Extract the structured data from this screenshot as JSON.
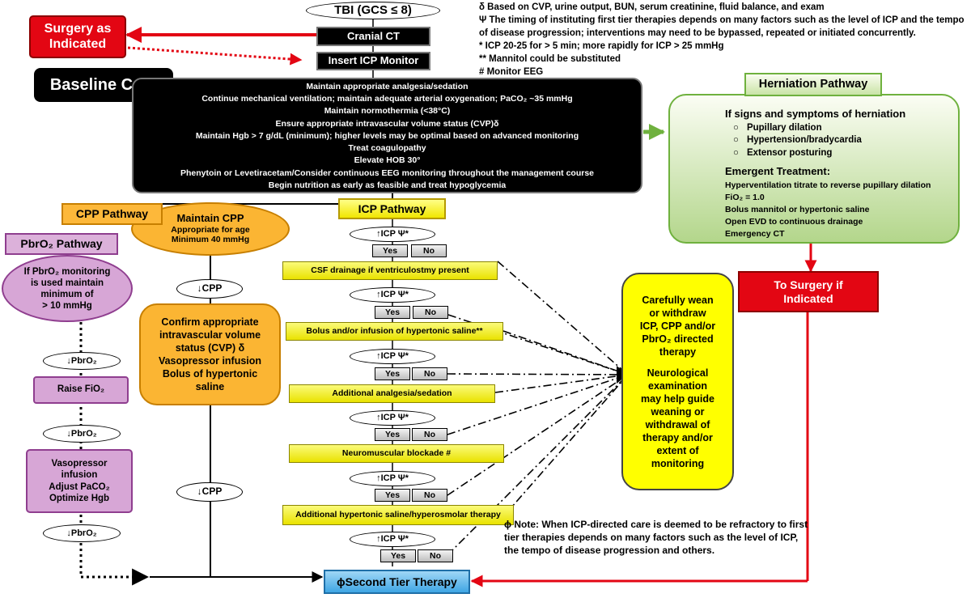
{
  "colors": {
    "red": "#e30613",
    "green": "#6fb13e",
    "yellow": "#f1e600",
    "purple": "#d7a6d6",
    "orange": "#fbb533",
    "blue": "#5eb6ea",
    "black": "#000000"
  },
  "top": {
    "tbi": "TBI (GCS ≤ 8)",
    "cranial_ct": "Cranial CT",
    "insert_icp_monitor": "Insert ICP Monitor",
    "surgery_as_indicated": [
      "Surgery as",
      "Indicated"
    ],
    "baseline_care_label": "Baseline Care"
  },
  "notes": [
    "δ Based on CVP, urine output, BUN, serum creatinine, fluid balance, and exam",
    "Ψ The timing of instituting first tier therapies depends on many factors such as the level of ICP and the tempo of disease progression; interventions may need to be bypassed, repeated or initiated concurrently.",
    "* ICP 20-25 for > 5 min; more rapidly for ICP > 25 mmHg",
    "** Mannitol could be substituted",
    "# Monitor EEG"
  ],
  "baseline_care": [
    "Maintain appropriate analgesia/sedation",
    "Continue mechanical ventilation; maintain adequate arterial oxygenation; PaCO₂ ~35 mmHg",
    "Maintain normothermia (<38°C)",
    "Ensure appropriate intravascular volume status (CVP)δ",
    "Maintain Hgb > 7 g/dL (minimum); higher levels may be optimal based on advanced monitoring",
    "Treat coagulopathy",
    "Elevate HOB 30°",
    "Phenytoin or Levetiracetam/Consider continuous EEG monitoring throughout the management course",
    "Begin nutrition as early as feasible and treat hypoglycemia"
  ],
  "herniation": {
    "title": "Herniation Pathway",
    "heading": "If signs and symptoms of herniation",
    "signs": [
      "Pupillary dilation",
      "Hypertension/bradycardia",
      "Extensor posturing"
    ],
    "treatment_title": "Emergent Treatment:",
    "treatment": [
      "Hyperventilation titrate to reverse pupillary dilation",
      "FiO₂ = 1.0",
      "Bolus mannitol or hypertonic saline",
      "Open EVD to continuous drainage",
      "Emergency CT"
    ]
  },
  "to_surgery": [
    "To Surgery if",
    "Indicated"
  ],
  "cpp": {
    "pathway_label": "CPP Pathway",
    "maintain_title": "Maintain CPP",
    "maintain_lines": [
      "Appropriate for age",
      "Minimum 40 mmHg"
    ],
    "decrease_1": "↓CPP",
    "confirm_lines": [
      "Confirm appropriate",
      "intravascular volume",
      "status (CVP) δ",
      "Vasopressor infusion",
      "Bolus of hypertonic",
      "saline"
    ],
    "decrease_2": "↓CPP"
  },
  "pbro2": {
    "pathway_label": "PbrO₂ Pathway",
    "monitor_lines": [
      "If PbrO₂ monitoring",
      "is used maintain",
      "minimum of",
      "> 10 mmHg"
    ],
    "decrease_1": "↓PbrO₂",
    "raise": "Raise FiO₂",
    "decrease_2": "↓PbrO₂",
    "vaso_lines": [
      "Vasopressor",
      "infusion",
      "Adjust PaCO₂",
      "Optimize Hgb"
    ],
    "decrease_3": "↓PbrO₂"
  },
  "icp": {
    "pathway_label": "ICP Pathway",
    "trigger": "↑ICP Ψ*",
    "yes": "Yes",
    "no": "No",
    "steps": [
      "CSF drainage if ventriculostmy present",
      "Bolus and/or infusion of hypertonic saline**",
      "Additional analgesia/sedation",
      "Neuromuscular blockade #",
      "Additional hypertonic saline/hyperosmolar therapy"
    ]
  },
  "wean": {
    "lines_a": [
      "Carefully wean",
      "or withdraw",
      "ICP, CPP and/or",
      "PbrO₂ directed",
      "therapy"
    ],
    "lines_b": [
      "Neurological",
      "examination",
      "may help guide",
      "weaning or",
      "withdrawal of",
      "therapy and/or",
      "extent of",
      "monitoring"
    ]
  },
  "second_tier": "ϕSecond Tier Therapy",
  "phi_note": "ϕ Note: When ICP-directed care is deemed to be refractory to first tier therapies depends on many factors such as the level of ICP, the tempo of disease progression and others."
}
